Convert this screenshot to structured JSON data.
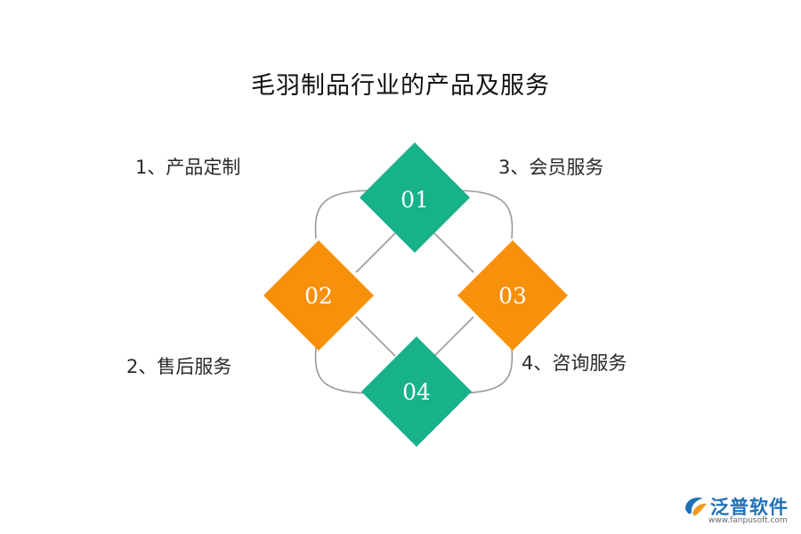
{
  "title": "毛羽制品行业的产品及服务",
  "nodes": [
    {
      "number": "01",
      "color": "#17b18a"
    },
    {
      "number": "02",
      "color": "#f7900b"
    },
    {
      "number": "03",
      "color": "#f7900b"
    },
    {
      "number": "04",
      "color": "#17b18a"
    }
  ],
  "labels": {
    "item1": "1、产品定制",
    "item2": "2、售后服务",
    "item3": "3、会员服务",
    "item4": "4、咨询服务"
  },
  "connector_color": "#9a9a9a",
  "logo": {
    "text": "泛普软件",
    "url": "www.fanpusoft.com",
    "icon": "fanpu-logo-icon",
    "colors": {
      "blue": "#1f6fb8",
      "orange": "#f39a1e"
    }
  }
}
